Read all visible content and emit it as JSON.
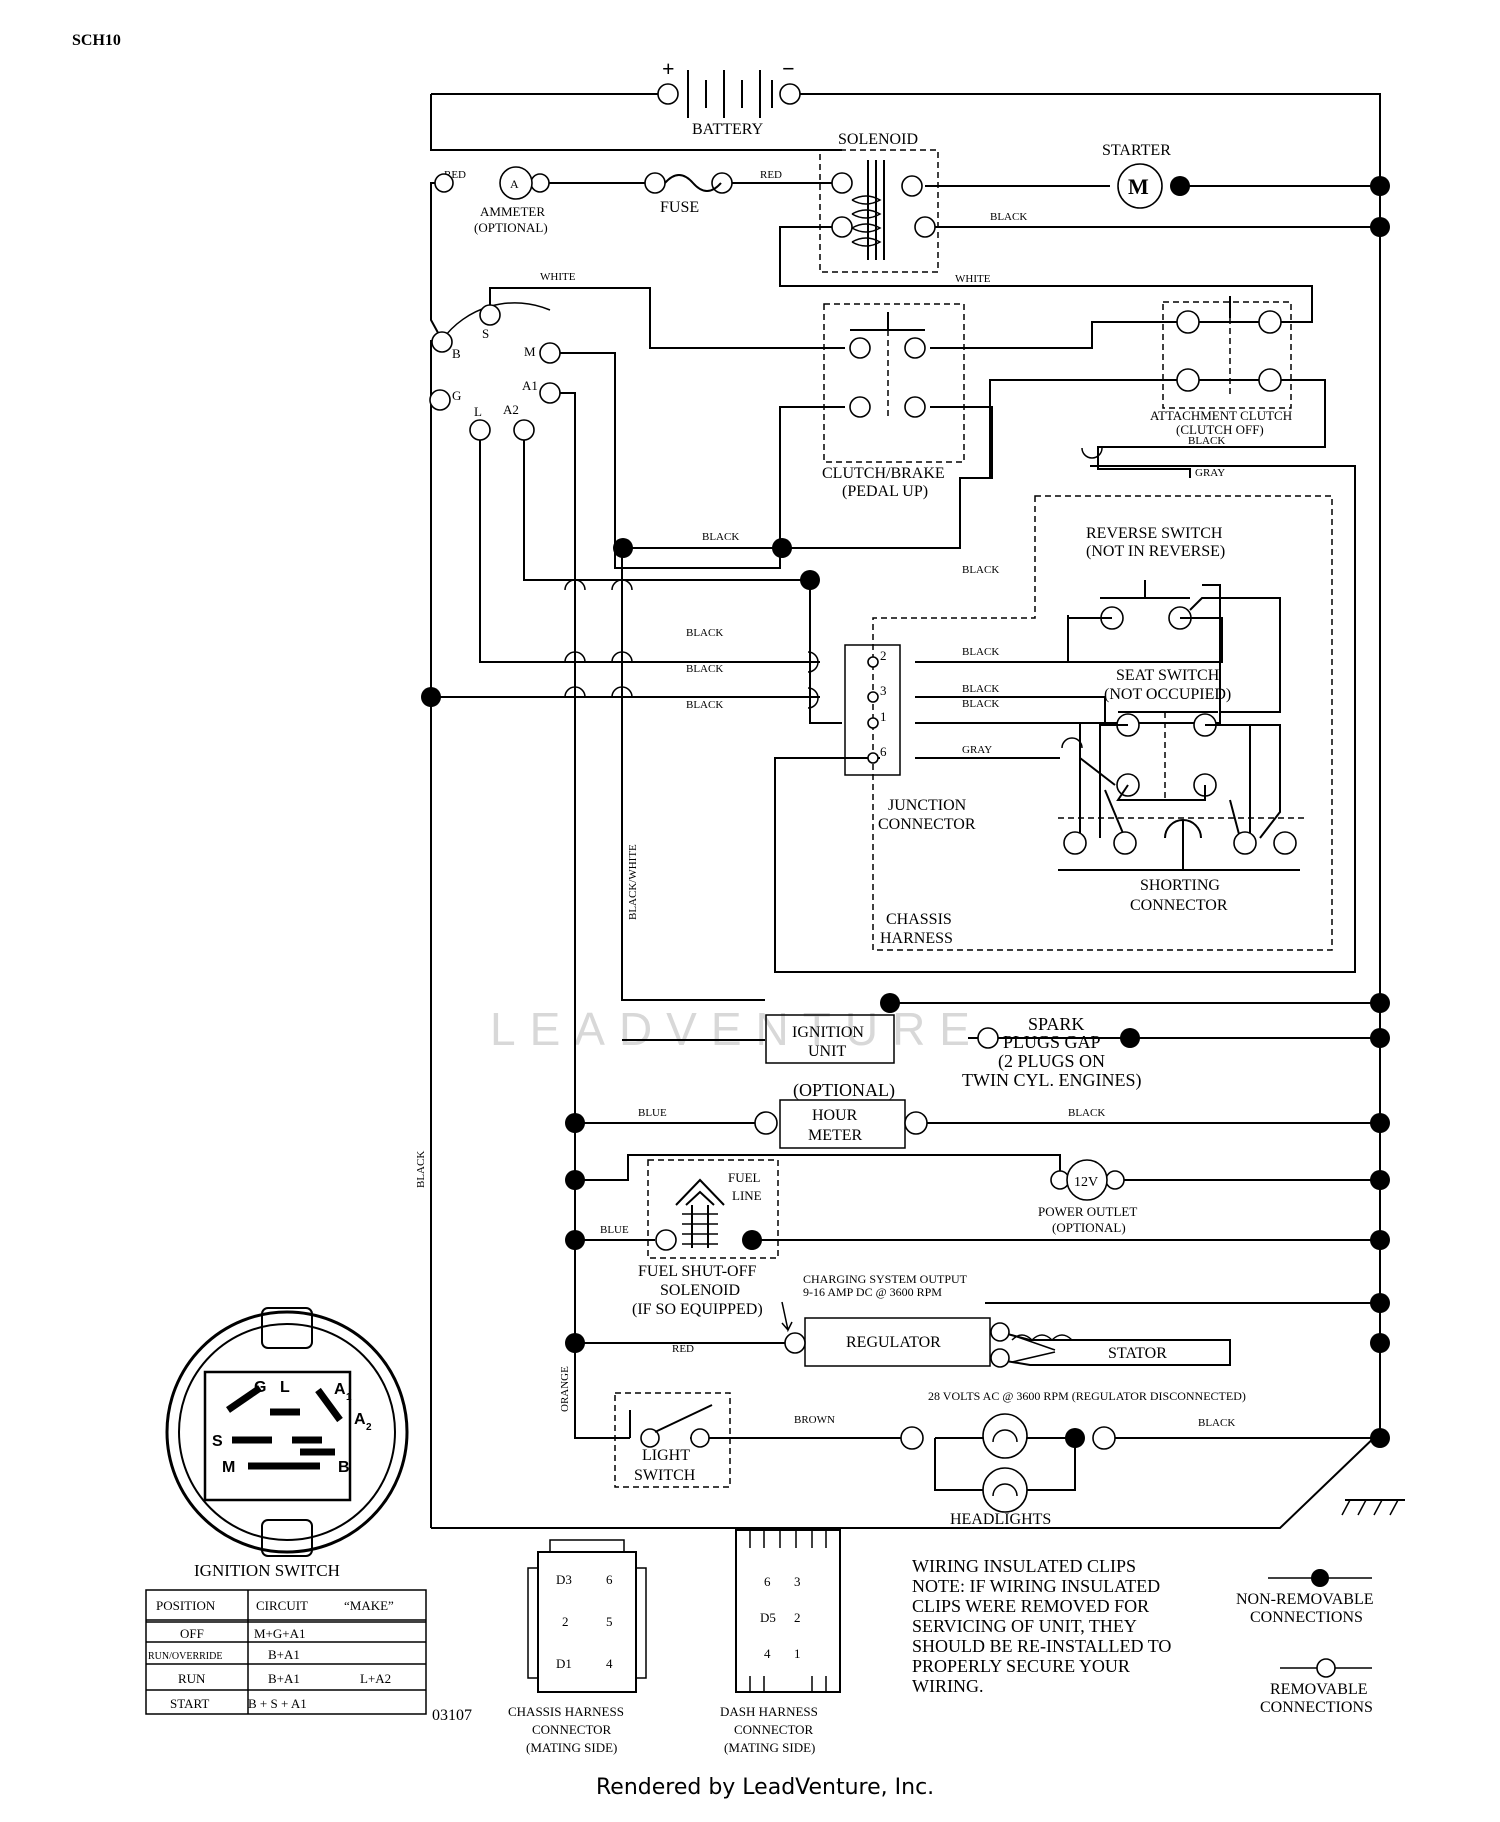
{
  "page_code": "SCH10",
  "drawing_number": "03107",
  "footer": "Rendered by LeadVenture, Inc.",
  "watermark": "LEADVENTURE",
  "battery": {
    "label": "BATTERY",
    "plus": "+",
    "minus": "−"
  },
  "solenoid": {
    "label": "SOLENOID"
  },
  "starter": {
    "label": "STARTER",
    "symbol": "M"
  },
  "ammeter": {
    "label": "AMMETER",
    "note": "(OPTIONAL)",
    "symbol": "A"
  },
  "fuse": {
    "label": "FUSE"
  },
  "clutch_brake": {
    "label": "CLUTCH/BRAKE",
    "note": "(PEDAL UP)"
  },
  "attachment_clutch": {
    "label": "ATTACHMENT CLUTCH",
    "note": "(CLUTCH OFF)"
  },
  "reverse_switch": {
    "label": "REVERSE SWITCH",
    "note": "(NOT IN REVERSE)"
  },
  "seat_switch": {
    "label": "SEAT SWITCH",
    "note": "(NOT OCCUPIED)"
  },
  "junction_connector": {
    "line1": "JUNCTION",
    "line2": "CONNECTOR",
    "pins": [
      "2",
      "3",
      "1",
      "6"
    ]
  },
  "chassis_harness": {
    "line1": "CHASSIS",
    "line2": "HARNESS"
  },
  "shorting_connector": {
    "line1": "SHORTING",
    "line2": "CONNECTOR"
  },
  "ignition_unit": {
    "line1": "IGNITION",
    "line2": "UNIT"
  },
  "spark_plugs": {
    "lines": [
      "SPARK",
      "PLUGS GAP",
      "(2 PLUGS ON",
      "TWIN CYL. ENGINES)"
    ]
  },
  "hour_meter": {
    "note": "(OPTIONAL)",
    "line1": "HOUR",
    "line2": "METER"
  },
  "fuel_solenoid": {
    "lines": [
      "FUEL SHUT-OFF",
      "SOLENOID",
      "(IF SO EQUIPPED)"
    ],
    "fuel_line_1": "FUEL",
    "fuel_line_2": "LINE"
  },
  "power_outlet": {
    "symbol": "12V",
    "label": "POWER OUTLET",
    "note": "(OPTIONAL)"
  },
  "charging": {
    "line1": "CHARGING SYSTEM OUTPUT",
    "line2": "9-16 AMP DC @ 3600 RPM"
  },
  "regulator": {
    "label": "REGULATOR"
  },
  "stator": {
    "label": "STATOR",
    "note": "28 VOLTS AC @ 3600 RPM (REGULATOR DISCONNECTED)"
  },
  "light_switch": {
    "line1": "LIGHT",
    "line2": "SWITCH"
  },
  "headlights": {
    "label": "HEADLIGHTS"
  },
  "ignition_switch": {
    "title": "IGNITION SWITCH",
    "terminals": [
      "G",
      "L",
      "A1",
      "A2",
      "S",
      "M",
      "B"
    ],
    "face_terminals": [
      "G",
      "L",
      "A",
      "1",
      "A",
      "2",
      "S",
      "M",
      "B"
    ],
    "headers": [
      "POSITION",
      "CIRCUIT",
      "“MAKE”"
    ],
    "rows": [
      {
        "position": "OFF",
        "circuit": "M+G+A1",
        "make": ""
      },
      {
        "position": "RUN/OVERRIDE",
        "circuit": "B+A1",
        "make": ""
      },
      {
        "position": "RUN",
        "circuit": "B+A1",
        "make": "L+A2"
      },
      {
        "position": "START",
        "circuit": "B + S + A1",
        "make": ""
      }
    ]
  },
  "chassis_connector": {
    "lines": [
      "CHASSIS HARNESS",
      "CONNECTOR",
      "(MATING SIDE)"
    ],
    "pins": [
      "D3",
      "6",
      "2",
      "5",
      "D1",
      "4"
    ]
  },
  "dash_connector": {
    "lines": [
      "DASH HARNESS",
      "CONNECTOR",
      "(MATING SIDE)"
    ],
    "pins": [
      "6",
      "3",
      "D5",
      "2",
      "4",
      "1"
    ]
  },
  "notes": {
    "lines": [
      "WIRING INSULATED CLIPS",
      "NOTE:  IF WIRING INSULATED",
      "CLIPS WERE REMOVED FOR",
      "SERVICING OF UNIT, THEY",
      "SHOULD BE RE-INSTALLED TO",
      "PROPERLY SECURE YOUR",
      " WIRING."
    ]
  },
  "legend": {
    "non_removable_1": "NON-REMOVABLE",
    "non_removable_2": "CONNECTIONS",
    "removable_1": "REMOVABLE",
    "removable_2": "CONNECTIONS"
  },
  "wire_colors": {
    "red": "RED",
    "black": "BLACK",
    "white": "WHITE",
    "gray": "GRAY",
    "blue": "BLUE",
    "brown": "BROWN",
    "orange": "ORANGE",
    "black_white": "BLACK/WHITE"
  }
}
